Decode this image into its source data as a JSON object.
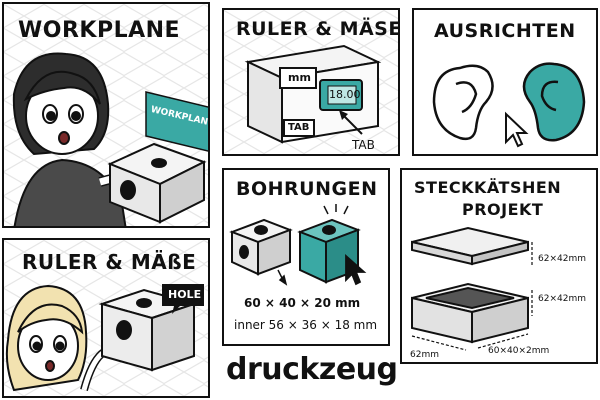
{
  "panels": {
    "workplane": {
      "title": "WORKPLANE",
      "sign_text": "WORKPLANE"
    },
    "ruler_top": {
      "title": "RULER & MÄSE",
      "field_unit": "mm",
      "field_value": "18.00",
      "key_label": "TAB",
      "arrow_label": "TAB"
    },
    "ausrichten": {
      "title": "AUSRICHTEN"
    },
    "bohrungen": {
      "title": "BOHRUNGEN",
      "outer_dims": "60 × 40 × 20 mm",
      "inner_dims": "inner 56 × 36 × 18 mm"
    },
    "steck": {
      "title_line1": "STECKKÄTSHEN",
      "title_line2": "PROJEKT",
      "dim_lid": "62×42mm",
      "dim_box": "62×42mm",
      "dim_width": "62mm",
      "dim_length": "60×40×2mm"
    },
    "ruler_bottom": {
      "title": "RULER & MÄßE",
      "badge": "HOLE"
    }
  },
  "brand": "druckzeug",
  "colors": {
    "teal": "#3aa9a4",
    "outline": "#111111",
    "cube_light": "#f2f2f2",
    "cube_shade": "#cfcfcf"
  }
}
